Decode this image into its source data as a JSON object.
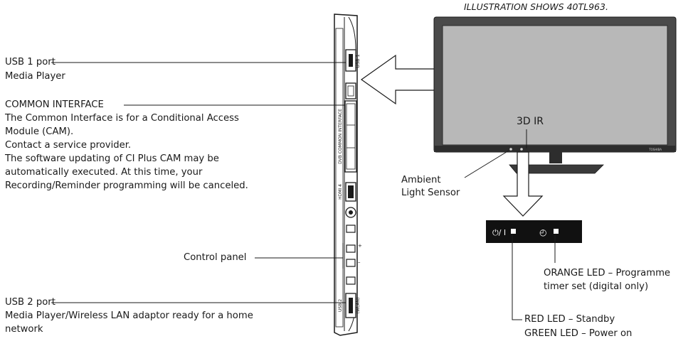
{
  "caption": "ILLUSTRATION SHOWS  40TL963.",
  "usb1": {
    "title": "USB 1 port",
    "sub": "Media Player"
  },
  "common_interface": {
    "title": "COMMON INTERFACE",
    "lines": [
      "The Common Interface is for a Conditional Access",
      "Module (CAM).",
      "Contact a service provider.",
      "The software updating of CI Plus CAM may be",
      "automatically executed. At this time, your",
      "Recording/Reminder programming will be canceled."
    ]
  },
  "control_panel": "Control panel",
  "usb2": {
    "title": "USB 2 port",
    "lines": [
      "Media Player/Wireless LAN adaptor ready for a home",
      "network"
    ]
  },
  "tv": {
    "ir_label": "3D IR",
    "brand": "TOSHIBA"
  },
  "ambient": [
    "Ambient",
    "Light Sensor"
  ],
  "panel": {
    "power_symbol": "⏻/ I",
    "timer_symbol": "◴"
  },
  "orange_led": [
    "ORANGE LED – Programme",
    "timer set (digital only)"
  ],
  "red_green": [
    "RED LED – Standby",
    "GREEN LED – Power on"
  ],
  "side_ports": {
    "usb1": "USB 1",
    "hdmi4": "HDMI 4",
    "ci": "DVB COMMON INTERFACE",
    "usb2": "USB 2",
    "wlan": "(WLAN)"
  },
  "colors": {
    "panel_bg": "#111111",
    "tv_bezel": "#4a4a4a",
    "screen": "#b8b8b8",
    "line": "#1a1a1a"
  }
}
